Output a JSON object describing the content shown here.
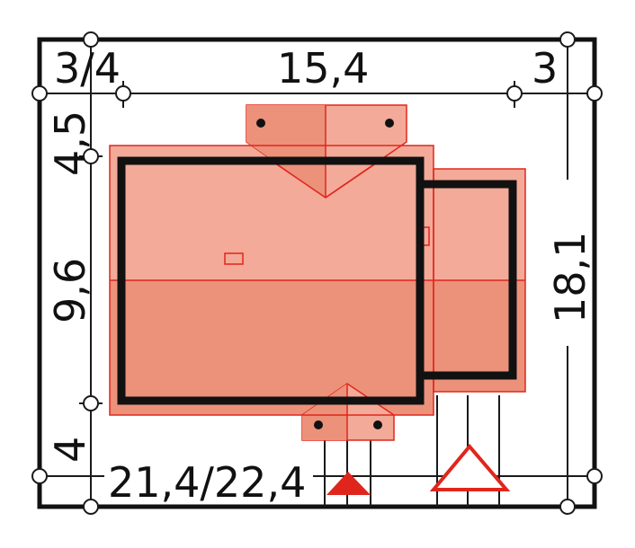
{
  "dimensions": {
    "left_offset": "3/4",
    "house_width": "15,4",
    "right_offset": "3",
    "top_offset": "4,5",
    "house_depth": "9,6",
    "bottom_offset": "4",
    "plot_depth": "18,1",
    "plot_width": "21,4/22,4"
  },
  "colors": {
    "roof_light": "#f3aa99",
    "roof_dark": "#ec917a",
    "roof_outline": "#e0261c",
    "wall": "#111111",
    "entrance_marker": "#e0261c",
    "garage_marker_stroke": "#e0261c"
  },
  "icons": {
    "entrance": "filled-triangle-icon",
    "garage_entrance": "outline-triangle-icon"
  }
}
